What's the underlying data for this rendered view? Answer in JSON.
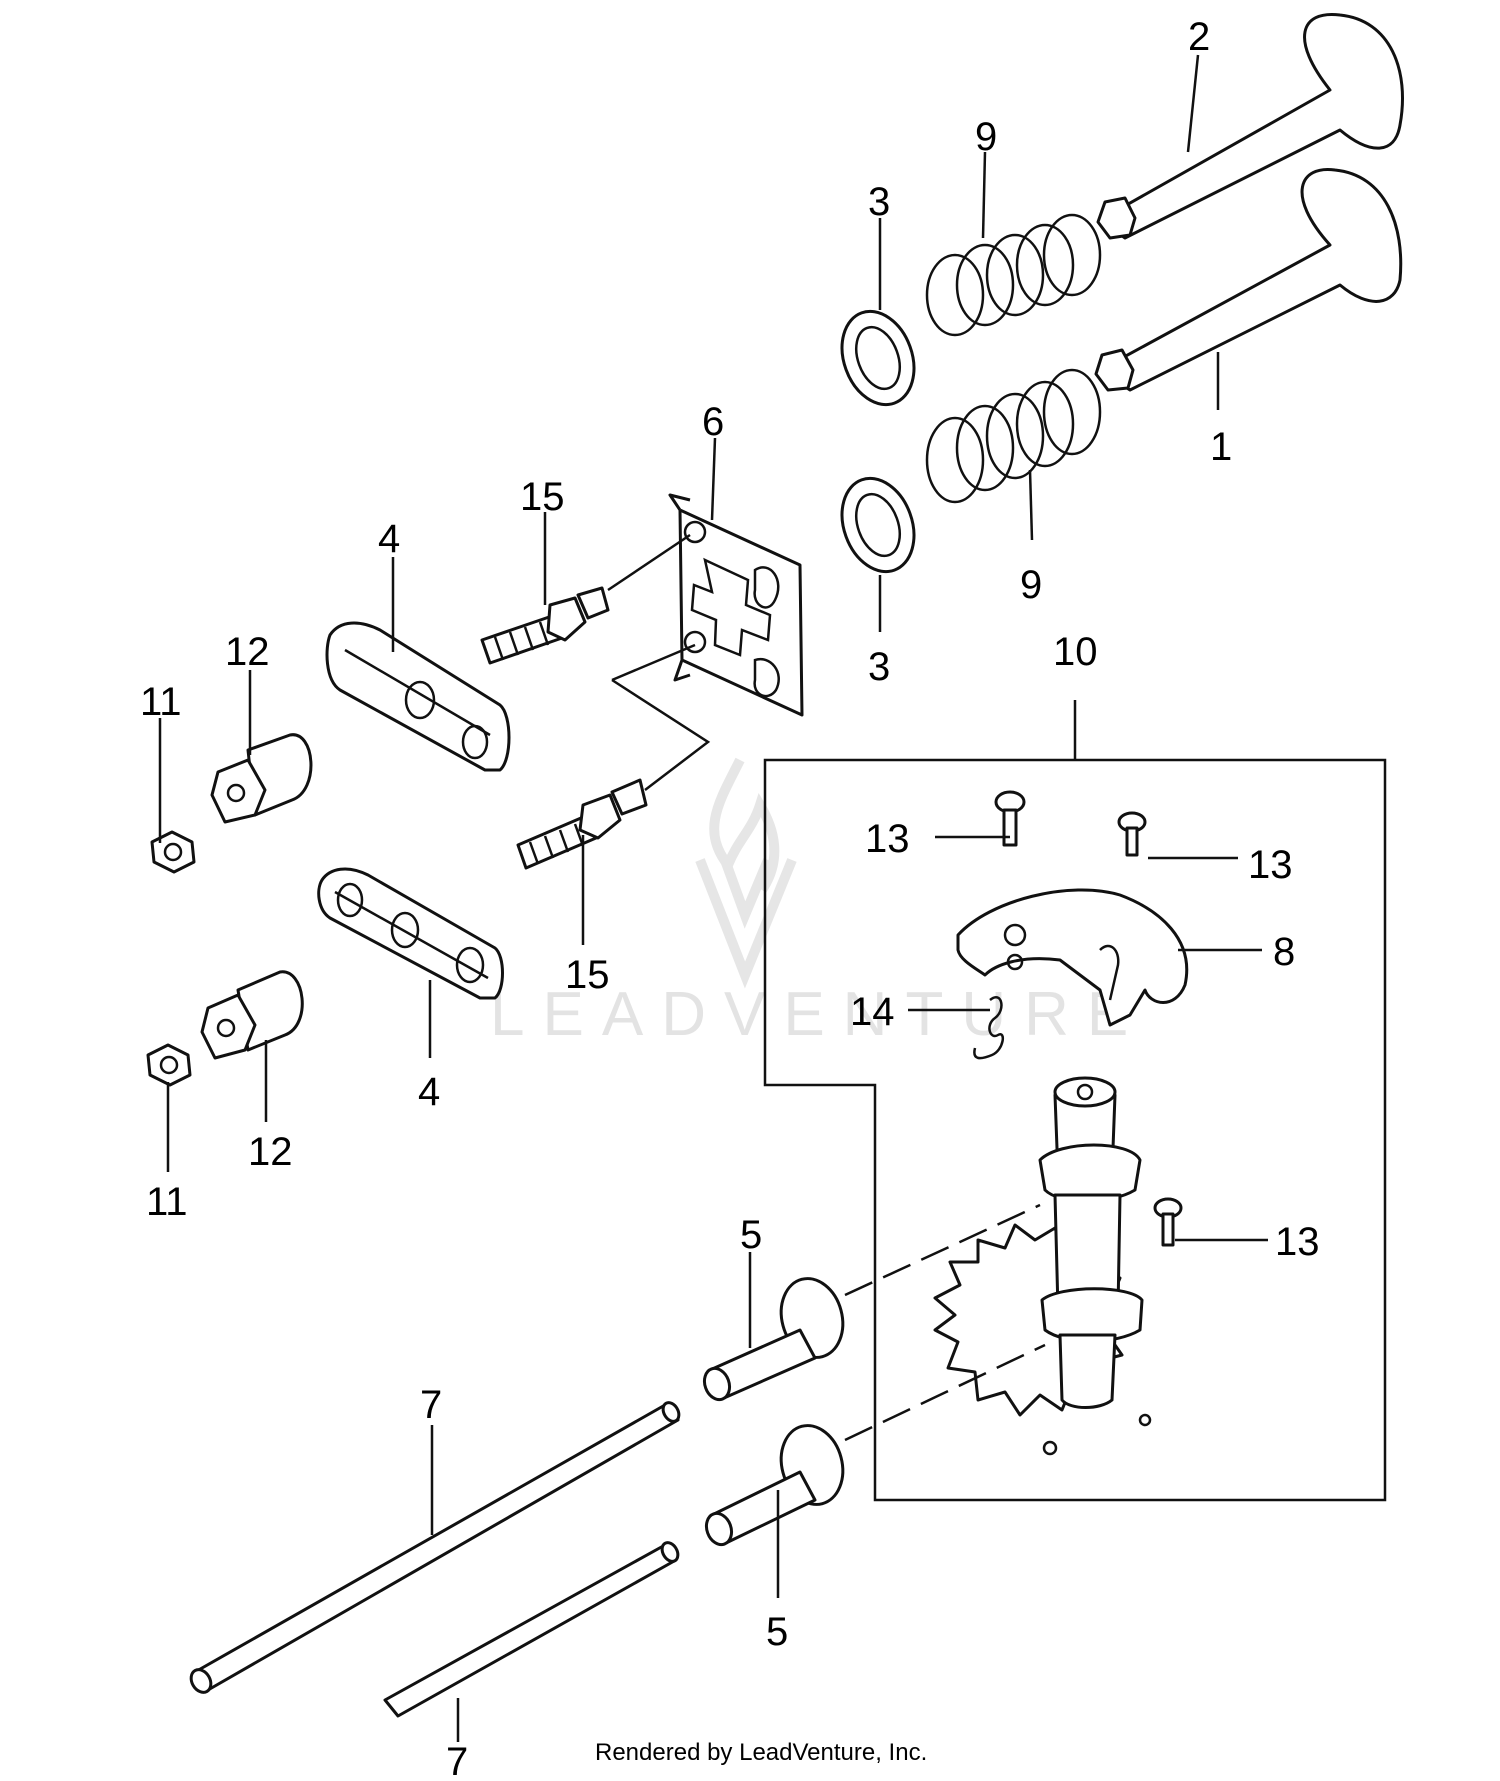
{
  "callouts": [
    {
      "id": "c-2",
      "text": "2"
    },
    {
      "id": "c-9a",
      "text": "9"
    },
    {
      "id": "c-3a",
      "text": "3"
    },
    {
      "id": "c-1",
      "text": "1"
    },
    {
      "id": "c-6",
      "text": "6"
    },
    {
      "id": "c-15a",
      "text": "15"
    },
    {
      "id": "c-9b",
      "text": "9"
    },
    {
      "id": "c-3b",
      "text": "3"
    },
    {
      "id": "c-4a",
      "text": "4"
    },
    {
      "id": "c-12a",
      "text": "12"
    },
    {
      "id": "c-10",
      "text": "10"
    },
    {
      "id": "c-11a",
      "text": "11"
    },
    {
      "id": "c-13a",
      "text": "13"
    },
    {
      "id": "c-13b",
      "text": "13"
    },
    {
      "id": "c-15b",
      "text": "15"
    },
    {
      "id": "c-8",
      "text": "8"
    },
    {
      "id": "c-14",
      "text": "14"
    },
    {
      "id": "c-4b",
      "text": "4"
    },
    {
      "id": "c-12b",
      "text": "12"
    },
    {
      "id": "c-11b",
      "text": "11"
    },
    {
      "id": "c-5a",
      "text": "5"
    },
    {
      "id": "c-13c",
      "text": "13"
    },
    {
      "id": "c-7a",
      "text": "7"
    },
    {
      "id": "c-5b",
      "text": "5"
    },
    {
      "id": "c-7b",
      "text": "7"
    }
  ],
  "footer": {
    "text": "Rendered by LeadVenture, Inc."
  },
  "watermark": {
    "text": "LEADVENTURE"
  },
  "colors": {
    "line": "#111111",
    "background": "#ffffff",
    "watermark": "#e3e3e3"
  }
}
